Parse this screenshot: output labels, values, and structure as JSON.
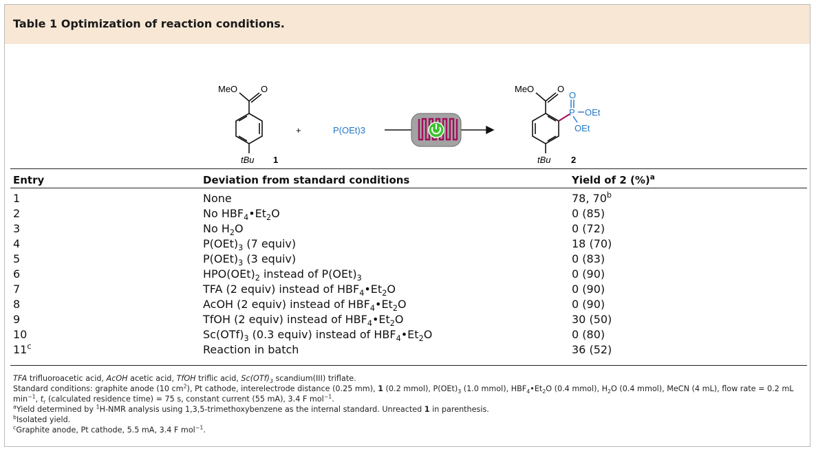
{
  "table": {
    "title": "Table 1 Optimization of reaction conditions.",
    "scheme": {
      "reactant_label": "1",
      "product_label": "2",
      "reagent": "P(OEt)3",
      "plus": "+",
      "meo": "MeO",
      "tbu": "tBu",
      "carbonyl_o": "O",
      "phos_o": "O",
      "phos_p": "P",
      "phos_oet_1": "OEt",
      "phos_oet_2": "OEt"
    },
    "headers": {
      "entry": "Entry",
      "deviation": "Deviation from standard conditions",
      "yield": "Yield of 2 (%)",
      "yield_note": "a"
    },
    "rows": [
      {
        "entry": "1",
        "entry_note": "",
        "deviation": "None",
        "yield": "78, 70",
        "yield_note": "b"
      },
      {
        "entry": "2",
        "entry_note": "",
        "deviation": "No HBF4•Et2O",
        "yield": "0 (85)",
        "yield_note": ""
      },
      {
        "entry": "3",
        "entry_note": "",
        "deviation": "No H2O",
        "yield": "0 (72)",
        "yield_note": ""
      },
      {
        "entry": "4",
        "entry_note": "",
        "deviation": "P(OEt)3 (7 equiv)",
        "yield": "18 (70)",
        "yield_note": ""
      },
      {
        "entry": "5",
        "entry_note": "",
        "deviation": "P(OEt)3 (3 equiv)",
        "yield": "0 (83)",
        "yield_note": ""
      },
      {
        "entry": "6",
        "entry_note": "",
        "deviation": "HPO(OEt)2 instead of P(OEt)3",
        "yield": "0 (90)",
        "yield_note": ""
      },
      {
        "entry": "7",
        "entry_note": "",
        "deviation": "TFA (2 equiv) instead of HBF4•Et2O",
        "yield": "0 (90)",
        "yield_note": ""
      },
      {
        "entry": "8",
        "entry_note": "",
        "deviation": "AcOH (2 equiv) instead of HBF4•Et2O",
        "yield": "0 (90)",
        "yield_note": ""
      },
      {
        "entry": "9",
        "entry_note": "",
        "deviation": "TfOH (2 equiv) instead of HBF4•Et2O",
        "yield": "30 (50)",
        "yield_note": ""
      },
      {
        "entry": "10",
        "entry_note": "",
        "deviation": "Sc(OTf)3 (0.3 equiv) instead of HBF4•Et2O",
        "yield": "0 (80)",
        "yield_note": ""
      },
      {
        "entry": "11",
        "entry_note": "c",
        "deviation": "Reaction in batch",
        "yield": "36 (52)",
        "yield_note": ""
      }
    ],
    "footnotes": {
      "abbreviations": "TFA trifluoroacetic acid, AcOH acetic acid, TfOH triflic acid, Sc(OTf)3 scandium(III) triflate.",
      "standard": "Standard conditions: graphite anode (10 cm2), Pt cathode, interelectrode distance (0.25 mm), 1 (0.2 mmol), P(OEt)3 (1.0 mmol), HBF4•Et2O (0.4 mmol), H2O (0.4 mmol), MeCN (4 mL), flow rate = 0.2 mL min−1, tr (calculated residence time) = 75 s, constant current (55 mA), 3.4 F mol−1.",
      "a": "Yield determined by 1H-NMR analysis using 1,3,5-trimethoxybenzene as the internal standard. Unreacted 1 in parenthesis.",
      "b": "Isolated yield.",
      "c": "Graphite anode, Pt cathode, 5.5 mA, 3.4 F mol−1."
    }
  },
  "colors": {
    "title_bg": "#f7e7d4",
    "reagent_blue": "#1f74c9",
    "bond_magenta": "#a0105a",
    "reactor_gray": "#a3a3a3",
    "power_green": "#3cc32f"
  }
}
